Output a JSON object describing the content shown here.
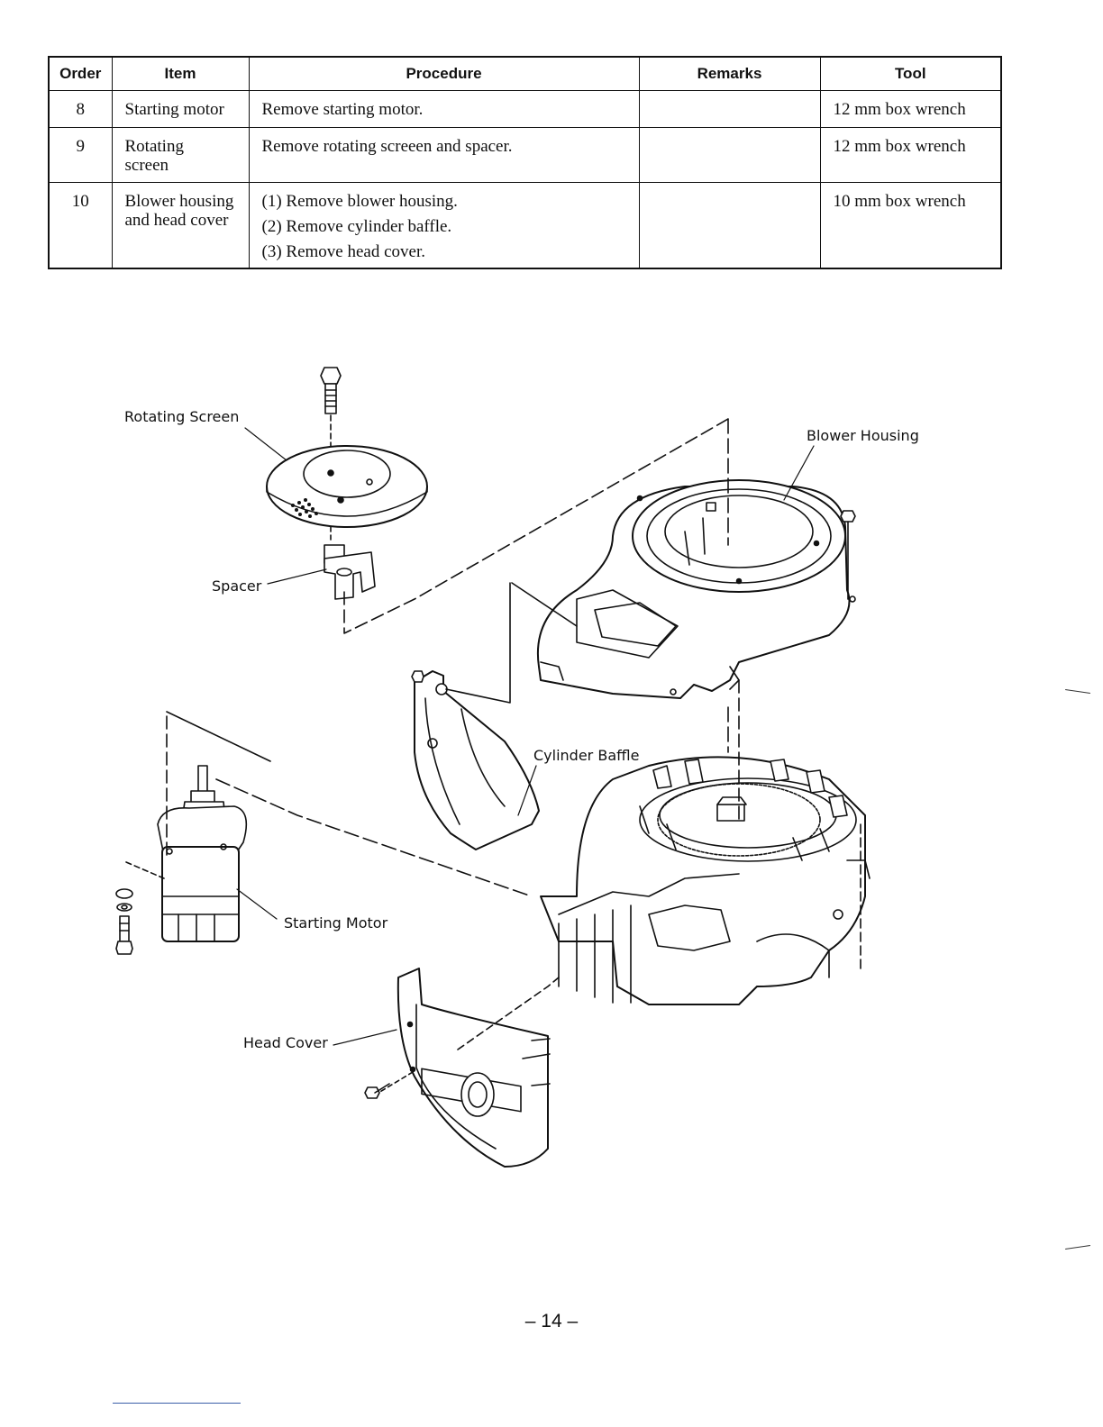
{
  "table": {
    "headers": {
      "order": "Order",
      "item": "Item",
      "procedure": "Procedure",
      "remarks": "Remarks",
      "tool": "Tool"
    },
    "rows": [
      {
        "order": "8",
        "item": "Starting motor",
        "procedure": [
          "Remove starting motor."
        ],
        "remarks": "",
        "tool": "12 mm box wrench"
      },
      {
        "order": "9",
        "item": "Rotating screen",
        "procedure": [
          "Remove rotating screeen and spacer."
        ],
        "remarks": "",
        "tool": "12 mm box wrench"
      },
      {
        "order": "10",
        "item": "Blower housing and head cover",
        "procedure": [
          "(1)  Remove blower housing.",
          "(2)  Remove cylinder baffle.",
          "(3)  Remove head cover."
        ],
        "remarks": "",
        "tool": "10 mm box wrench"
      }
    ]
  },
  "diagram": {
    "labels": {
      "rotating_screen": "Rotating Screen",
      "blower_housing": "Blower Housing",
      "spacer": "Spacer",
      "cylinder_baffle": "Cylinder Baffle",
      "starting_motor": "Starting Motor",
      "head_cover": "Head Cover"
    }
  },
  "page_number": "– 14 –"
}
